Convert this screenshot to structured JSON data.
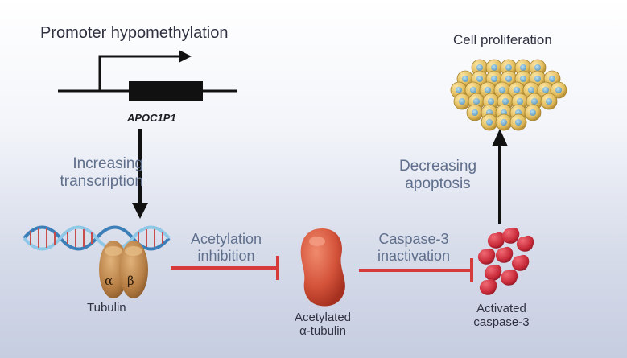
{
  "labels": {
    "promoter": "Promoter hypomethylation",
    "gene": "APOC1P1",
    "increasing": "Increasing\ntranscription",
    "tubulin": "Tubulin",
    "alpha": "α",
    "beta": "β",
    "acetylation": "Acetylation\ninhibition",
    "acetylated": "Acetylated\nα-tubulin",
    "caspase_inact": "Caspase-3\ninactivation",
    "activated": "Activated\ncaspase-3",
    "decreasing": "Decreasing\napoptosis",
    "proliferation": "Cell proliferation"
  },
  "colors": {
    "inhibit": "#d63a3a",
    "arrow": "#111111",
    "label_blue": "#5f6f8c",
    "tubulin_body": "#c08a4c",
    "acetylated_body": "#d9583e",
    "caspase": "#cf3240",
    "cell": "#e7c36a",
    "nucleus": "#7fb2cf"
  }
}
